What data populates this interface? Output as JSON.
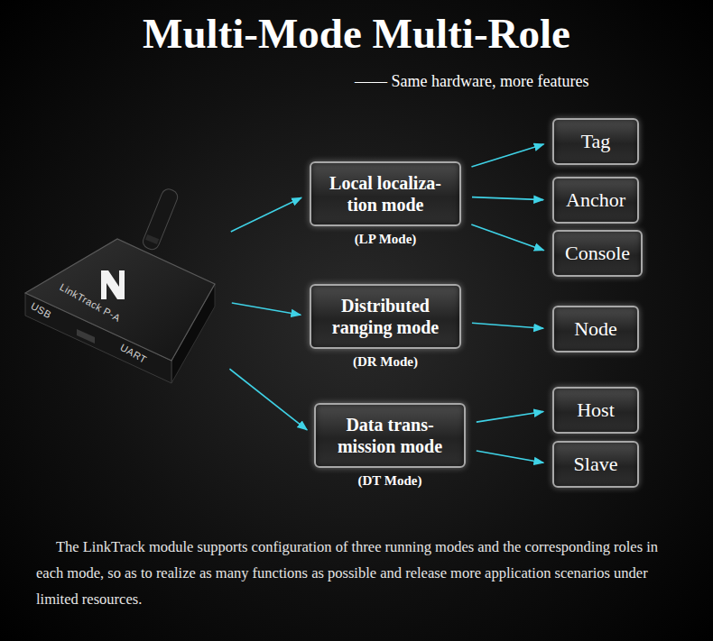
{
  "diagram": {
    "title": "Multi-Mode Multi-Role",
    "caption": "The LinkTrack module supports configuration of three running modes and the corresponding roles in each mode, so as to realize as many functions as possible and release more application scenarios under limited resources.",
    "nodes": [
      {
        "text": [
          "USB",
          "LinkTrack P-A",
          "UART"
        ]
      },
      {
        "text": [
          "Local localiza- tion mode",
          "(LP Mode)"
        ]
      },
      {
        "text": [
          "Tag"
        ]
      },
      {
        "text": [
          "Anchor"
        ]
      },
      {
        "text": [
          "Console"
        ]
      },
      {
        "text": [
          "Distributed ranging mode",
          "(DR Mode)"
        ]
      },
      {
        "text": [
          "Node"
        ]
      },
      {
        "text": [
          "Data trans- mission mode",
          "(DT Mode)"
        ]
      },
      {
        "text": [
          "Host"
        ]
      },
      {
        "text": [
          "Slave"
        ]
      }
    ],
    "edges": [
      {
        "from": 0,
        "to": 1,
        "arrow": "to"
      },
      {
        "from": 0,
        "to": 5,
        "arrow": "to"
      },
      {
        "from": 0,
        "to": 7,
        "arrow": "to"
      },
      {
        "from": 1,
        "to": 2,
        "arrow": "to"
      },
      {
        "from": 1,
        "to": 3,
        "arrow": "to"
      },
      {
        "from": 1,
        "to": 4,
        "arrow": "to"
      },
      {
        "from": 5,
        "to": 6,
        "arrow": "to"
      },
      {
        "from": 7,
        "to": 8,
        "arrow": "to"
      },
      {
        "from": 7,
        "to": 9,
        "arrow": "to"
      }
    ],
    "labels": [
      "—— Same hardware, more features"
    ]
  }
}
